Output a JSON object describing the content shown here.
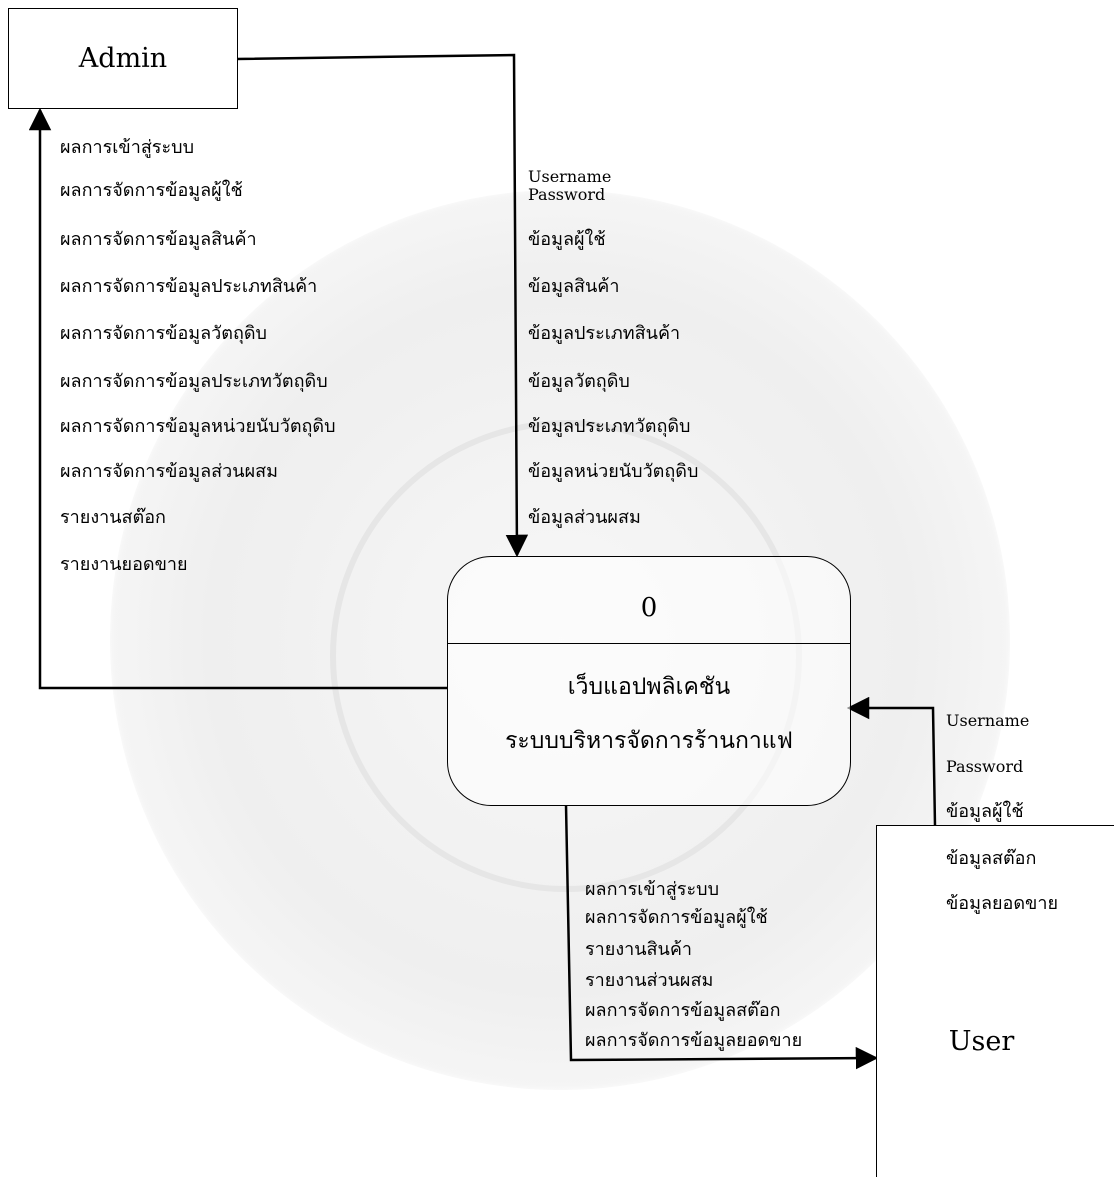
{
  "entities": {
    "admin": "Admin",
    "user": "User"
  },
  "process": {
    "id": "0",
    "title": "เว็บแอปพลิเคชัน",
    "subtitle": "ระบบบริหารจัดการร้านกาแฟ"
  },
  "flows": {
    "process_to_admin": [
      "ผลการเข้าสู่ระบบ",
      "ผลการจัดการข้อมูลผู้ใช้",
      "ผลการจัดการข้อมูลสินค้า",
      "ผลการจัดการข้อมูลประเภทสินค้า",
      "ผลการจัดการข้อมูลวัตถุดิบ",
      "ผลการจัดการข้อมูลประเภทวัตถุดิบ",
      "ผลการจัดการข้อมูลหน่วยนับวัตถุดิบ",
      "ผลการจัดการข้อมูลส่วนผสม",
      "รายงานสต๊อก",
      "รายงานยอดขาย"
    ],
    "admin_to_process": [
      "Username",
      "Password",
      "ข้อมูลผู้ใช้",
      "ข้อมูลสินค้า",
      "ข้อมูลประเภทสินค้า",
      "ข้อมูลวัตถุดิบ",
      "ข้อมูลประเภทวัตถุดิบ",
      "ข้อมูลหน่วยนับวัตถุดิบ",
      "ข้อมูลส่วนผสม"
    ],
    "user_to_process": [
      "Username",
      "Password",
      "ข้อมูลผู้ใช้",
      "ข้อมูลสต๊อก",
      "ข้อมูลยอดขาย"
    ],
    "process_to_user": [
      "ผลการเข้าสู่ระบบ",
      "ผลการจัดการข้อมูลผู้ใช้",
      "รายงานสินค้า",
      "รายงานส่วนผสม",
      "ผลการจัดการข้อมูลสต๊อก",
      "ผลการจัดการข้อมูลยอดขาย"
    ]
  }
}
